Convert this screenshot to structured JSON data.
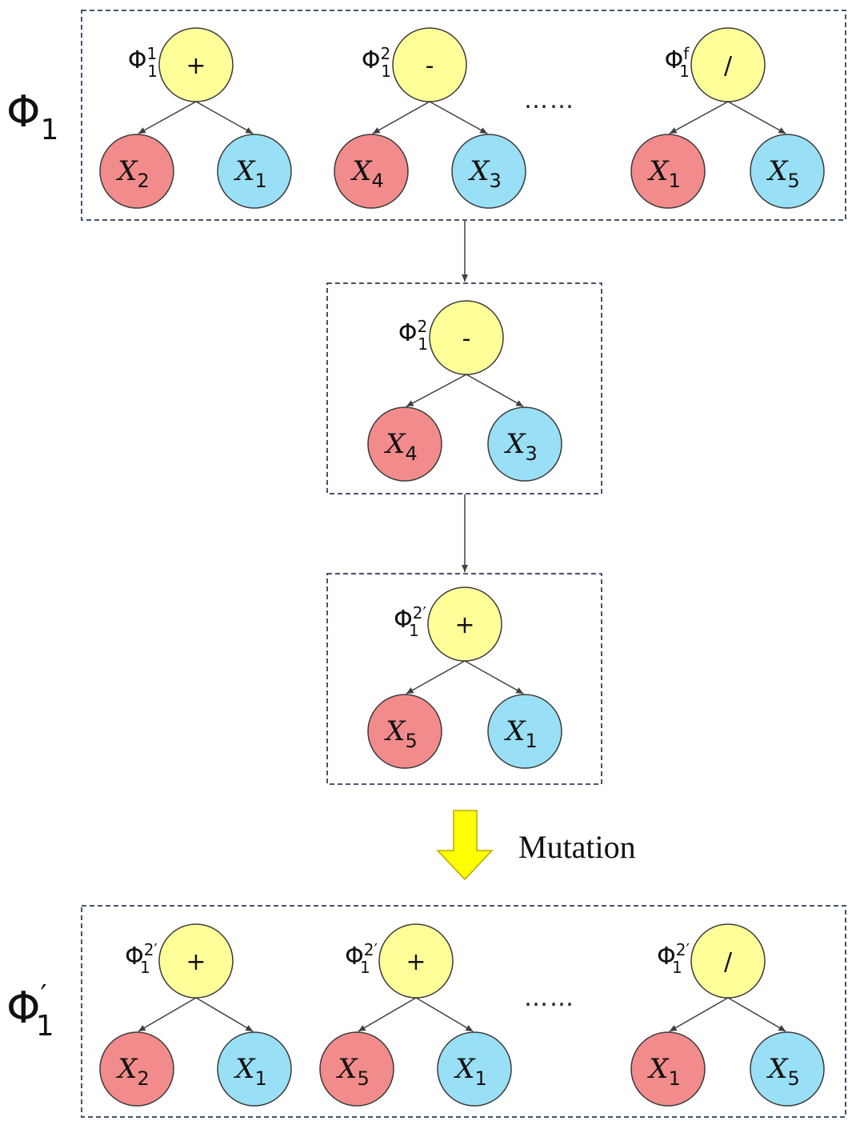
{
  "top_label": {
    "main": "Φ",
    "sub": "1"
  },
  "bottom_label": {
    "main": "Φ",
    "sup": "′",
    "sub": "1"
  },
  "ellipsis": "……",
  "mutation_label": "Mutation",
  "colors": {
    "operator_node": "#ffff99",
    "red_node": "#f28b8b",
    "blue_node": "#99dff5",
    "mutation_arrow": "#ffff00"
  },
  "top_trees": [
    {
      "label": {
        "base": "Φ",
        "sup": "1",
        "sub": "1"
      },
      "op": "+",
      "left": {
        "v": "X",
        "s": "2"
      },
      "right": {
        "v": "X",
        "s": "1"
      }
    },
    {
      "label": {
        "base": "Φ",
        "sup": "2",
        "sub": "1"
      },
      "op": "-",
      "left": {
        "v": "X",
        "s": "4"
      },
      "right": {
        "v": "X",
        "s": "3"
      }
    },
    {
      "label": {
        "base": "Φ",
        "sup": "f",
        "sub": "1"
      },
      "op": "/",
      "left": {
        "v": "X",
        "s": "1"
      },
      "right": {
        "v": "X",
        "s": "5"
      }
    }
  ],
  "selected_tree": {
    "label": {
      "base": "Φ",
      "sup": "2",
      "sub": "1"
    },
    "op": "-",
    "left": {
      "v": "X",
      "s": "4"
    },
    "right": {
      "v": "X",
      "s": "3"
    }
  },
  "mutated_tree": {
    "label": {
      "base": "Φ",
      "sup": "2′",
      "sub": "1"
    },
    "op": "+",
    "left": {
      "v": "X",
      "s": "5"
    },
    "right": {
      "v": "X",
      "s": "1"
    }
  },
  "bottom_trees": [
    {
      "label": {
        "base": "Φ",
        "sup": "2′",
        "sub": "1"
      },
      "op": "+",
      "left": {
        "v": "X",
        "s": "2"
      },
      "right": {
        "v": "X",
        "s": "1"
      }
    },
    {
      "label": {
        "base": "Φ",
        "sup": "2′",
        "sub": "1"
      },
      "op": "+",
      "left": {
        "v": "X",
        "s": "5"
      },
      "right": {
        "v": "X",
        "s": "1"
      }
    },
    {
      "label": {
        "base": "Φ",
        "sup": "2′",
        "sub": "1"
      },
      "op": "/",
      "left": {
        "v": "X",
        "s": "1"
      },
      "right": {
        "v": "X",
        "s": "5"
      }
    }
  ]
}
